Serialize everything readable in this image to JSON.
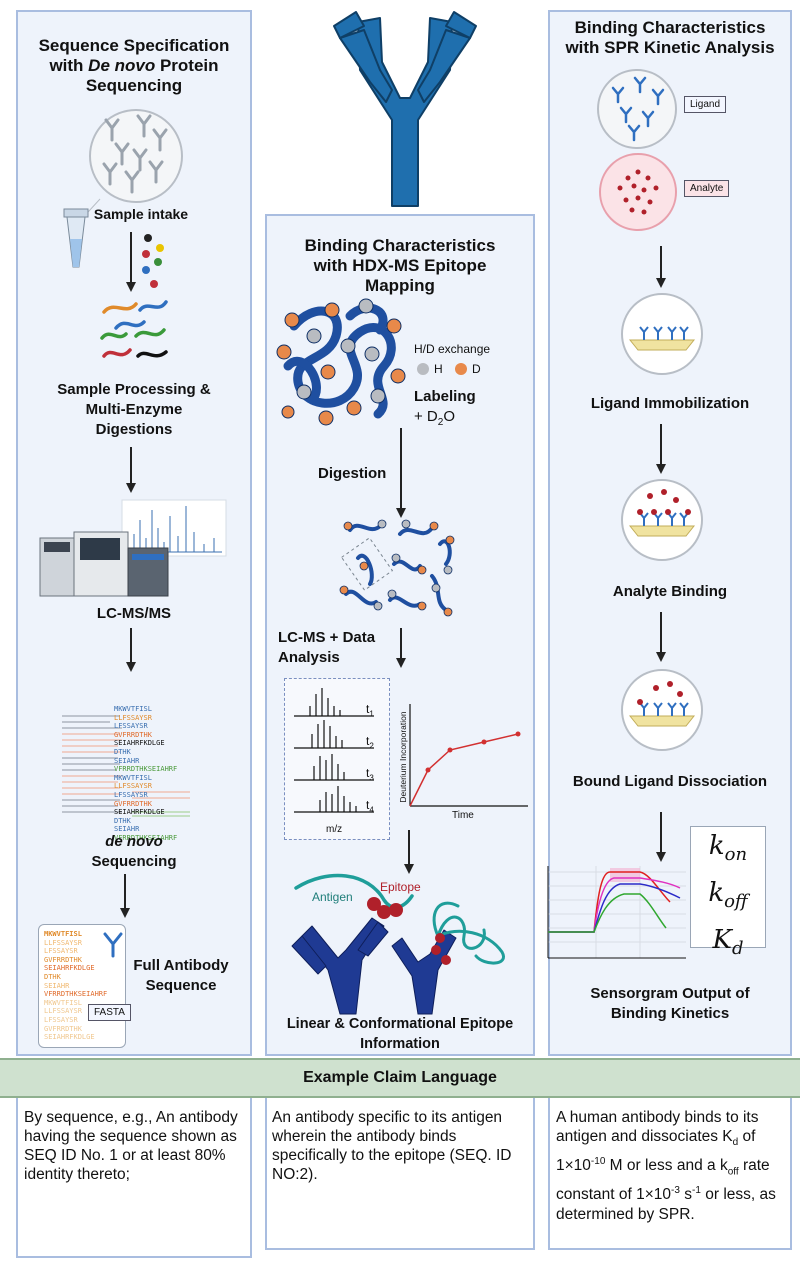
{
  "left": {
    "title_line1": "Sequence Specification",
    "title_with": "with ",
    "title_italic": "De novo",
    "title_protein": " Protein",
    "title_line3": "Sequencing",
    "sample_intake": "Sample intake",
    "processing_line1": "Sample Processing &",
    "processing_line2": "Multi-Enzyme",
    "processing_line3": "Digestions",
    "lcms": "LC-MS/MS",
    "denovo_italic": "de novo",
    "denovo_line2": "Sequencing",
    "full_line1": "Full Antibody",
    "full_line2": "Sequence",
    "fasta": "FASTA",
    "peptides": [
      "MKWVTFISL",
      "LLFSSAYSR",
      "LFSSAYSR",
      "GVFRRDTHK",
      "SEIAHRFKDLGE",
      "DTHK",
      "SEIAHR",
      "VFRRDTHKSEIAHRF",
      "MKWVTFISL",
      "LLFSSAYSR",
      "LFSSAYSR",
      "GVFRRDTHK",
      "SEIAHRFKDLGE",
      "DTHK",
      "SEIAHR",
      "VFRRDTHKSEIAHRF"
    ],
    "fasta_lines": [
      "MKWVTFISL",
      "LLFSSAYSR",
      "LFSSAYSR",
      "GVFRRDTHK",
      "SEIAHRFKDLGE",
      "DTHK",
      "SEIAHR",
      "VFRRDTHKSEIAHRF",
      "MKWVTFISL",
      "LLFSSAYSR",
      "LFSSAYSR",
      "GVFRRDTHK",
      "SEIAHRFKDLGE"
    ]
  },
  "middle": {
    "title_line1": "Binding Characteristics",
    "title_line2": "with HDX-MS Epitope",
    "title_line3": "Mapping",
    "hd_exchange": "H/D exchange",
    "h": "H",
    "d": "D",
    "labeling": "Labeling",
    "d2o_plus": "+ D",
    "d2o_sub": "2",
    "d2o_o": "O",
    "digestion": "Digestion",
    "lcms_line1": "LC-MS + Data",
    "lcms_line2": "Analysis",
    "t1": "t",
    "t1s": "1",
    "t2": "t",
    "t2s": "2",
    "t3": "t",
    "t3s": "3",
    "t4": "t",
    "t4s": "4",
    "mz": "m/z",
    "yaxis": "Deuterium Incorporation",
    "xaxis": "Time",
    "antigen": "Antigen",
    "epitope": "Epitope",
    "info_line1": "Linear & Conformational Epitope",
    "info_line2": "Information"
  },
  "right": {
    "title_line1": "Binding Characteristics",
    "title_line2": "with SPR Kinetic Analysis",
    "ligand": "Ligand",
    "analyte": "Analyte",
    "immobilization": "Ligand Immobilization",
    "binding": "Analyte Binding",
    "dissociation": "Bound Ligand Dissociation",
    "kon": "k",
    "kon_sub": "on",
    "koff": "k",
    "koff_sub": "off",
    "kd": "K",
    "kd_sub": "d",
    "sensor_line1": "Sensorgram Output of",
    "sensor_line2": "Binding Kinetics"
  },
  "claim_header": "Example Claim Language",
  "claims": {
    "left": "By sequence, e.g., An antibody having the sequence shown as SEQ ID No. 1 or at least 80% identity thereto;",
    "middle": "An antibody specific to its antigen wherein the antibody binds specifically to the epitope (SEQ. ID NO:2).",
    "right_a": "A human antibody binds to its antigen and dissociates K",
    "right_a_sub": "d",
    "right_b": " of 1×10",
    "right_b_sup": "-10",
    "right_c": " M or less and a k",
    "right_c_sub": "off",
    "right_d": " rate constant of 1×10",
    "right_d_sup": "-3",
    "right_e": " s",
    "right_e_sup": "-1",
    "right_f": " or less, as determined by SPR."
  },
  "colors": {
    "panel_bg": "#eef3fb",
    "panel_border": "#a9bde0",
    "antibody_blue": "#1f6fae",
    "navy": "#1f3a93",
    "orange": "#e8894a",
    "teal": "#1f9e9a",
    "epitope_red": "#b0202a",
    "claim_green": "#cfe1cf"
  }
}
